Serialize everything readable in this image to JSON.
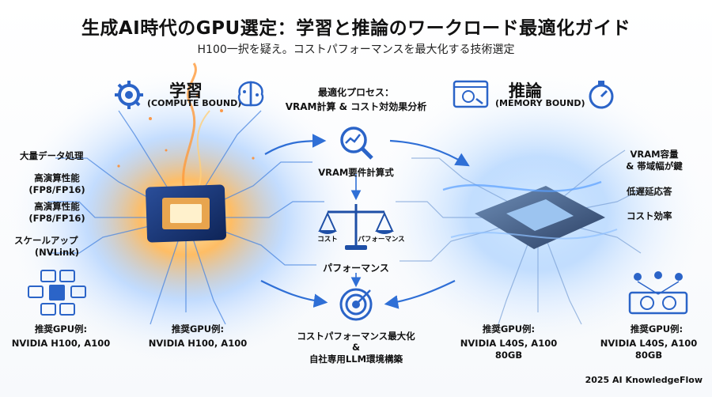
{
  "title": "生成AI時代のGPU選定：学習と推論のワークロード最適化ガイド",
  "subtitle": "H100一択を疑え。コストパフォーマンスを最大化する技術選定",
  "training": {
    "heading": "学習",
    "mode": "(COMPUTE BOUND)",
    "features": [
      "大量データ処理",
      "高演算性能",
      "(FP8/FP16)",
      "高演算性能",
      "(FP8/FP16)",
      "スケールアップ",
      "(NVLink)"
    ],
    "rec_label": "推奨GPU例:",
    "rec_value": "NVIDIA H100, A100",
    "center_rec_label": "推奨GPU例:",
    "center_rec_value": "NVIDIA H100, A100"
  },
  "process": {
    "heading": "最適化プロセス：",
    "heading2": "VRAM計算 & コスト対効果分析",
    "vram_label": "VRAM要件計算式",
    "scale_left": "コスト",
    "scale_right": "パフォーマンス",
    "performance_label": "パフォーマンス",
    "goal1": "コストパフォーマンス最大化",
    "goal_amp": "&",
    "goal2": "自社専用LLM環境構築"
  },
  "inference": {
    "heading": "推論",
    "mode": "(MEMORY BOUND)",
    "features": [
      "VRAM容量",
      "& 帯域幅が鍵",
      "低遅延応答",
      "コスト効率"
    ],
    "rec_label": "推奨GPU例:",
    "rec_value": "NVIDIA L40S, A100 80GB",
    "right_rec_label": "推奨GPU例:",
    "right_rec_value": "NVIDIA L40S, A100 80GB"
  },
  "footer": "2025 AI KnowledgeFlow",
  "colors": {
    "accent": "#2f6fd6",
    "orange": "#ff8a2a",
    "iconblue": "#2b64c8"
  },
  "icons": [
    "gear-icon",
    "brain-icon",
    "browser-brain-icon",
    "stopwatch-icon",
    "magnifier-chart-icon",
    "balance-scale-icon",
    "target-icon",
    "gpu-card-icon",
    "network-users-icon"
  ]
}
